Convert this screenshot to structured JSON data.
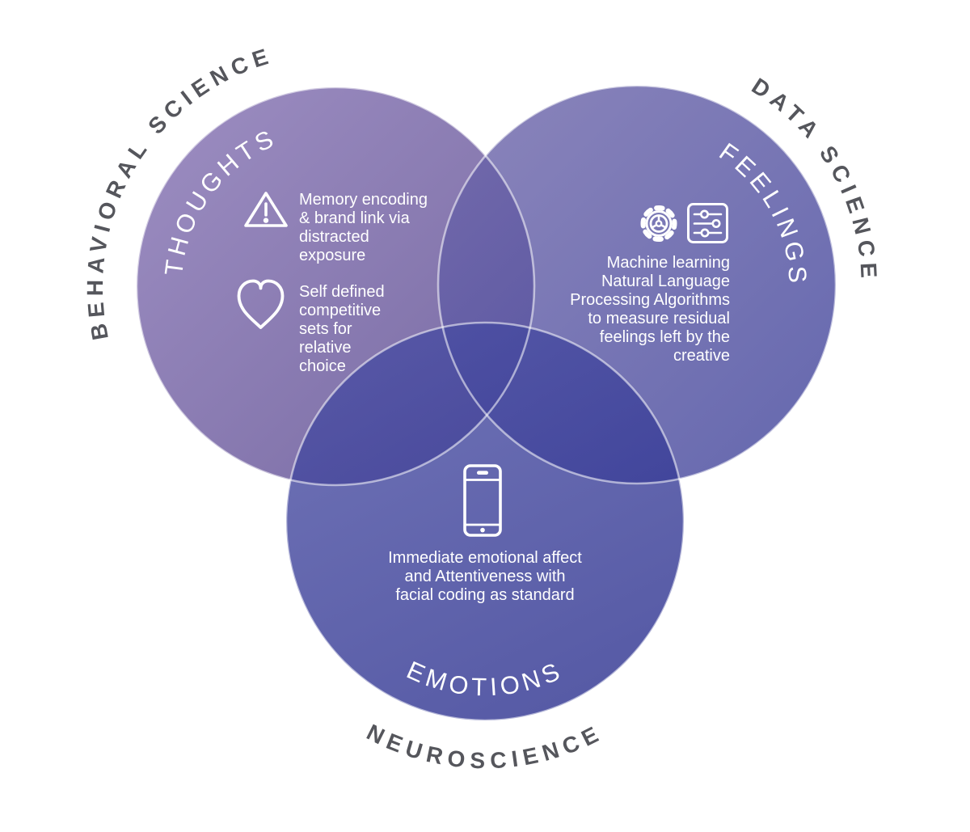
{
  "venn": {
    "circles": [
      {
        "outer_label": "BEHAVIORAL SCIENCE",
        "inner_label": "THOUGHTS",
        "gradient_start": "#8572B3",
        "gradient_end": "#56458C"
      },
      {
        "outer_label": "DATA SCIENCE",
        "inner_label": "FEELINGS",
        "gradient_start": "#6F67AA",
        "gradient_end": "#3D419A"
      },
      {
        "outer_label": "NEUROSCIENCE",
        "inner_label": "EMOTIONS",
        "gradient_start": "#4C50A4",
        "gradient_end": "#2D3290"
      }
    ]
  },
  "content": {
    "thoughts_items": [
      {
        "icon": "warning-triangle",
        "text": "Memory encoding\n& brand link via\ndistracted\nexposure"
      },
      {
        "icon": "heart",
        "text": "Self defined\ncompetitive\nsets for\nrelative\nchoice"
      }
    ],
    "feelings_item": {
      "icons": [
        "gear-wheel",
        "sliders-panel"
      ],
      "text": "Machine learning\nNatural Language\nProcessing Algorithms\nto measure residual\nfeelings left by the\ncreative"
    },
    "emotions_item": {
      "icon": "smartphone",
      "text": "Immediate emotional affect\nand Attentiveness with\nfacial coding as standard"
    }
  },
  "colors": {
    "background": "#FFFFFF",
    "outer_label": "#55565C",
    "inner_label": "#FFFFFF",
    "icon_stroke": "#FFFFFF",
    "circle_outline": "rgba(255,255,255,0.55)"
  }
}
